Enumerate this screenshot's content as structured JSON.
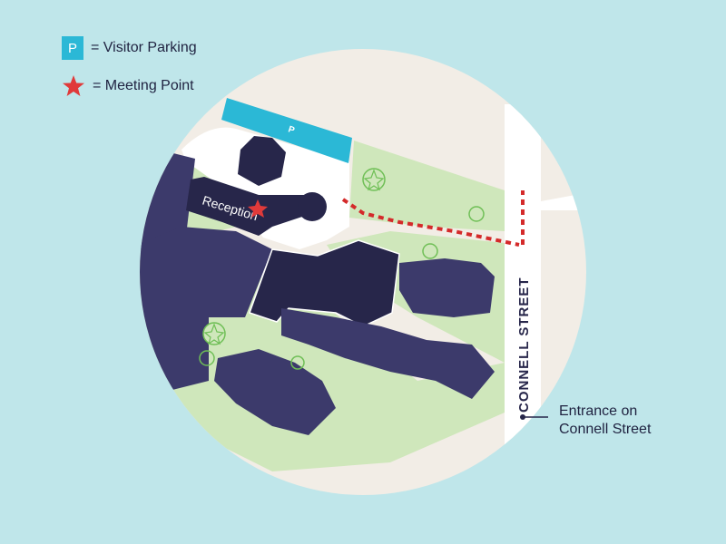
{
  "legend": {
    "parking_symbol": "P",
    "parking_label": "= Visitor Parking",
    "meeting_label": "= Meeting Point",
    "meeting_icon": "star-icon"
  },
  "map": {
    "parking_lot_label": "P",
    "reception_label": "Reception",
    "street_label": "CONNELL STREET",
    "entrance_label_line1": "Entrance on",
    "entrance_label_line2": "Connell Street"
  },
  "colors": {
    "background": "#bfe6ea",
    "ground": "#f2ede6",
    "grass": "#cfe7bb",
    "building": "#3c3a6b",
    "building_dark": "#27264a",
    "parking": "#2bb8d6",
    "route": "#d42a2a",
    "meeting_star": "#e03a3a"
  }
}
